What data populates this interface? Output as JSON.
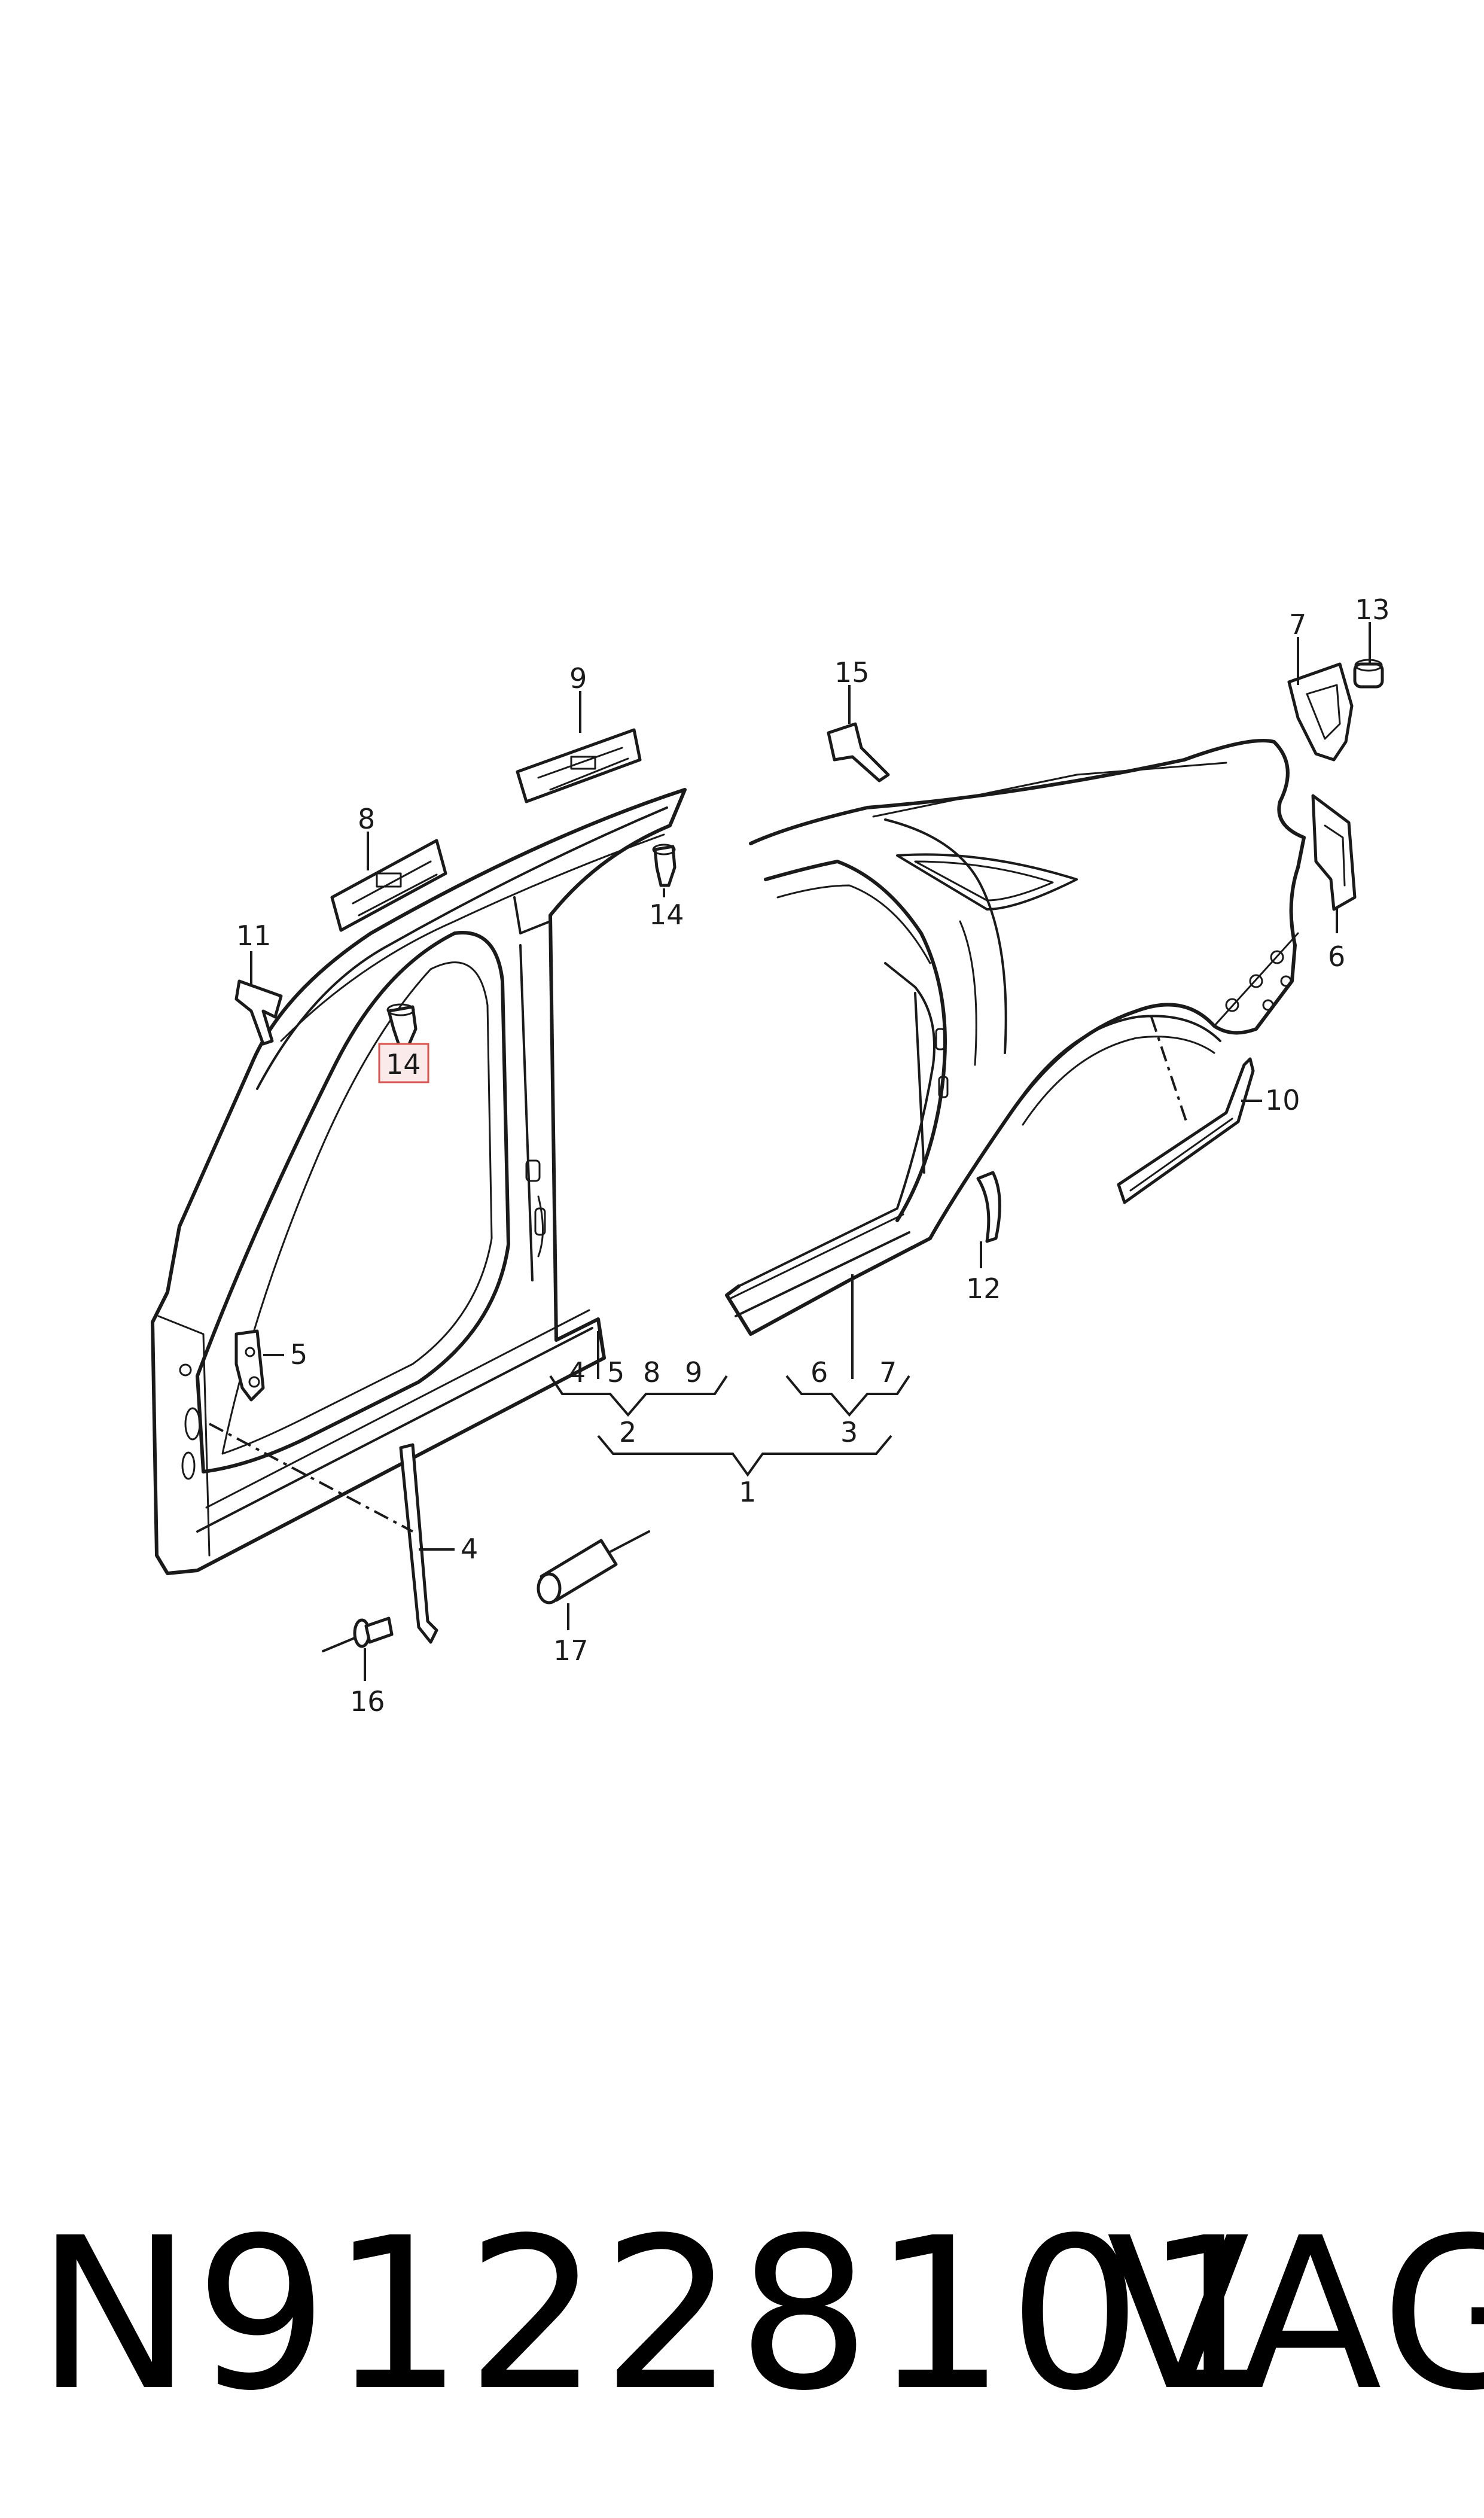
{
  "diagram": {
    "callouts": [
      {
        "id": "c1",
        "label": "1"
      },
      {
        "id": "c2",
        "label": "2"
      },
      {
        "id": "c3",
        "label": "3"
      },
      {
        "id": "c4a",
        "label": "4"
      },
      {
        "id": "c5a",
        "label": "5"
      },
      {
        "id": "c8a",
        "label": "8"
      },
      {
        "id": "c9a",
        "label": "9"
      },
      {
        "id": "c6a",
        "label": "6"
      },
      {
        "id": "c7a",
        "label": "7"
      },
      {
        "id": "c4b",
        "label": "4"
      },
      {
        "id": "c5b",
        "label": "5"
      },
      {
        "id": "c6b",
        "label": "6"
      },
      {
        "id": "c7b",
        "label": "7"
      },
      {
        "id": "c8b",
        "label": "8"
      },
      {
        "id": "c9b",
        "label": "9"
      },
      {
        "id": "c10",
        "label": "10"
      },
      {
        "id": "c11",
        "label": "11"
      },
      {
        "id": "c12",
        "label": "12"
      },
      {
        "id": "c13",
        "label": "13"
      },
      {
        "id": "c14a",
        "label": "14"
      },
      {
        "id": "c14b",
        "label": "14",
        "highlighted": true
      },
      {
        "id": "c15",
        "label": "15"
      },
      {
        "id": "c16",
        "label": "16"
      },
      {
        "id": "c17",
        "label": "17"
      }
    ],
    "highlight_color": "#d9534f"
  },
  "footer": {
    "part_number": "N91228101",
    "brand": "VAG"
  }
}
